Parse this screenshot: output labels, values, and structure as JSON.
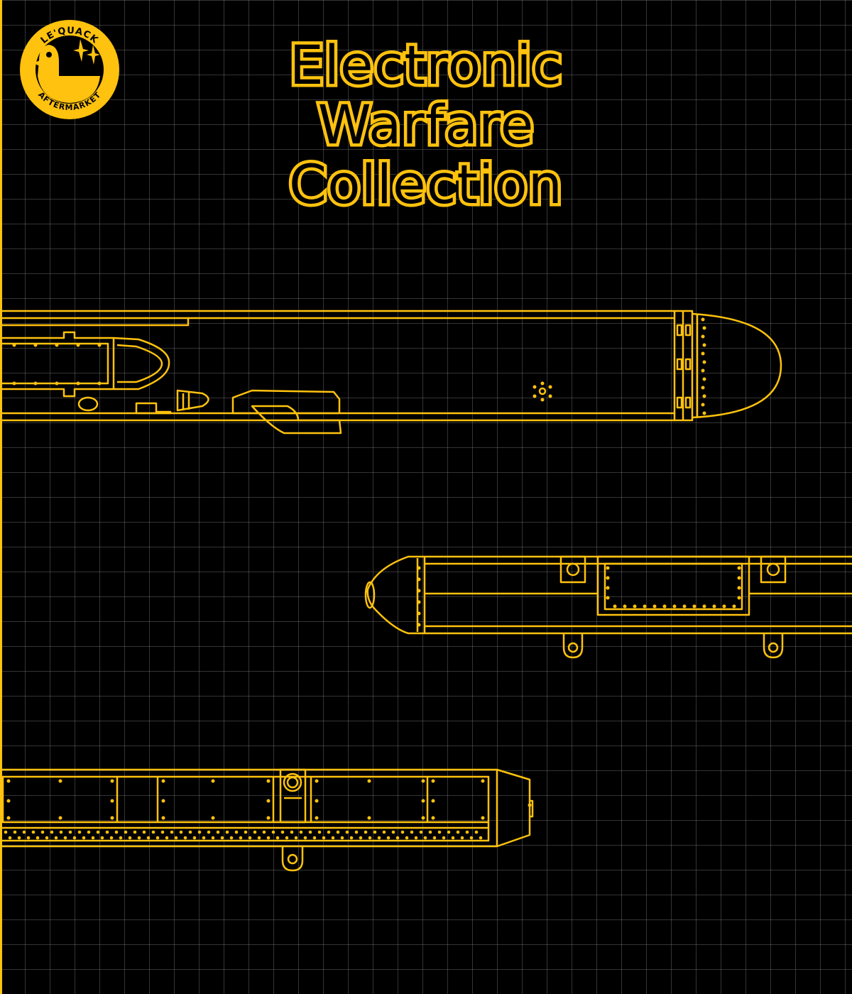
{
  "title": {
    "line1": "Electronic",
    "line2": "Warfare",
    "line3": "Collection"
  },
  "logo": {
    "top_text": "LE'QUACK",
    "bottom_text": "AFTERMARKET"
  },
  "colors": {
    "accent": "#FFC20E",
    "background": "#000000",
    "grid": "#969696"
  }
}
